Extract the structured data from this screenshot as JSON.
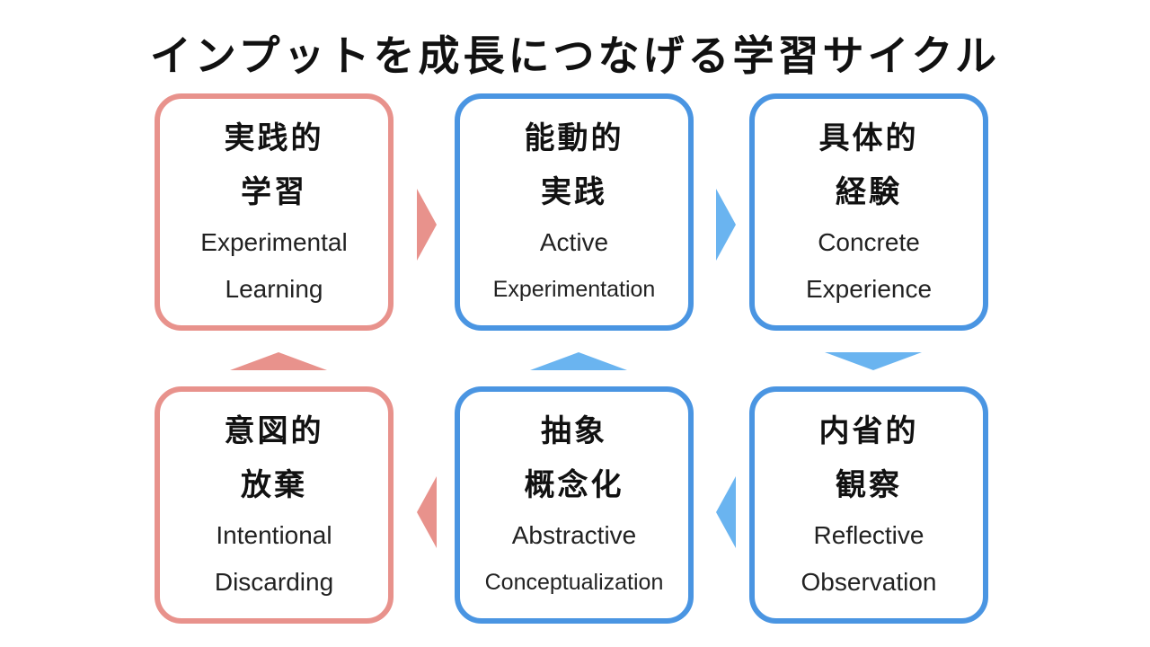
{
  "title": "インプットを成長につなげる学習サイクル",
  "boxes": {
    "experimental_learning": {
      "jp_line1": "実践的",
      "jp_line2": "学習",
      "en_line1": "Experimental",
      "en_line2": "Learning",
      "color": "#e8928c"
    },
    "active_experimentation": {
      "jp_line1": "能動的",
      "jp_line2": "実践",
      "en_line1": "Active",
      "en_line2": "Experimentation",
      "color": "#4a95e2"
    },
    "concrete_experience": {
      "jp_line1": "具体的",
      "jp_line2": "経験",
      "en_line1": "Concrete",
      "en_line2": "Experience",
      "color": "#4a95e2"
    },
    "intentional_discarding": {
      "jp_line1": "意図的",
      "jp_line2": "放棄",
      "en_line1": "Intentional",
      "en_line2": "Discarding",
      "color": "#e8928c"
    },
    "abstract_conceptualization": {
      "jp_line1": "抽象",
      "jp_line2": "概念化",
      "en_line1": "Abstractive",
      "en_line2": "Conceptualization",
      "color": "#4a95e2"
    },
    "reflective_observation": {
      "jp_line1": "内省的",
      "jp_line2": "観察",
      "en_line1": "Reflective",
      "en_line2": "Observation",
      "color": "#4a95e2"
    }
  },
  "colors": {
    "red_accent": "#e8928c",
    "blue_border": "#4a95e2",
    "blue_arrow": "#6ab4f0"
  }
}
